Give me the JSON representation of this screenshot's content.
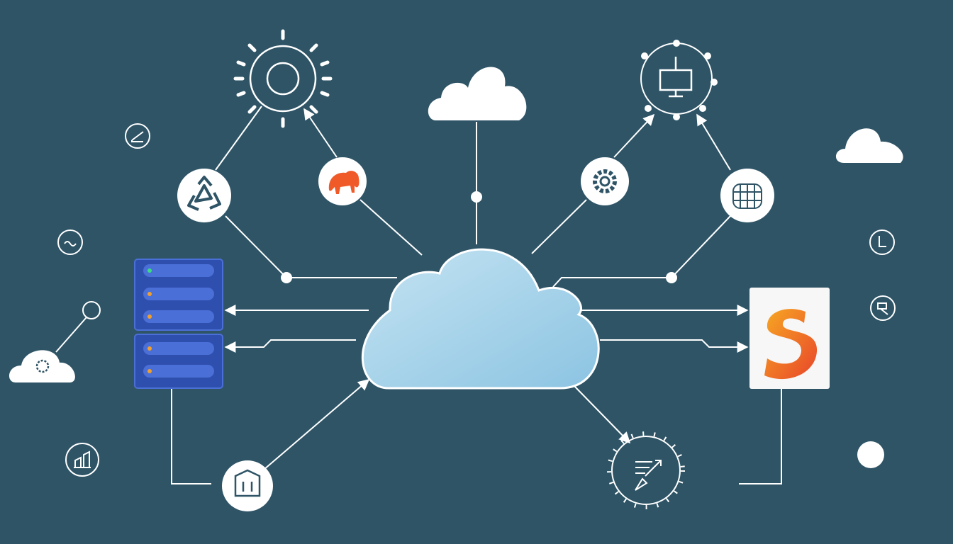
{
  "colors": {
    "background": "#2e5466",
    "line": "#ffffff",
    "cloud_fill": "#a9d3ea",
    "server_fill": "#2f4fae",
    "server_bar": "#4a6fd6",
    "accent_orange": "#f05a28",
    "accent_yellow": "#f7a823",
    "led_green": "#3ddc84",
    "led_orange": "#f0a030"
  },
  "central": {
    "icon": "cloud-icon"
  },
  "top_cloud": {
    "icon": "cloud-icon"
  },
  "nodes": [
    {
      "id": "sun-gear",
      "icon": "sun-gear-icon"
    },
    {
      "id": "recycle",
      "icon": "recycle-icon"
    },
    {
      "id": "elephant",
      "icon": "elephant-icon"
    },
    {
      "id": "gear",
      "icon": "gear-icon"
    },
    {
      "id": "globe",
      "icon": "globe-grid-icon"
    },
    {
      "id": "monitor-network",
      "icon": "monitor-network-icon"
    },
    {
      "id": "building",
      "icon": "building-icon"
    },
    {
      "id": "analytics",
      "icon": "analytics-pen-icon"
    },
    {
      "id": "server-stack",
      "icon": "server-stack-icon"
    },
    {
      "id": "s-card",
      "icon": "s-logo-icon"
    }
  ],
  "decor_icons": [
    "edit-icon",
    "wave-icon",
    "chart-icon",
    "clock-icon",
    "scan-icon",
    "small-cloud-icon",
    "cloud-gear-icon"
  ]
}
